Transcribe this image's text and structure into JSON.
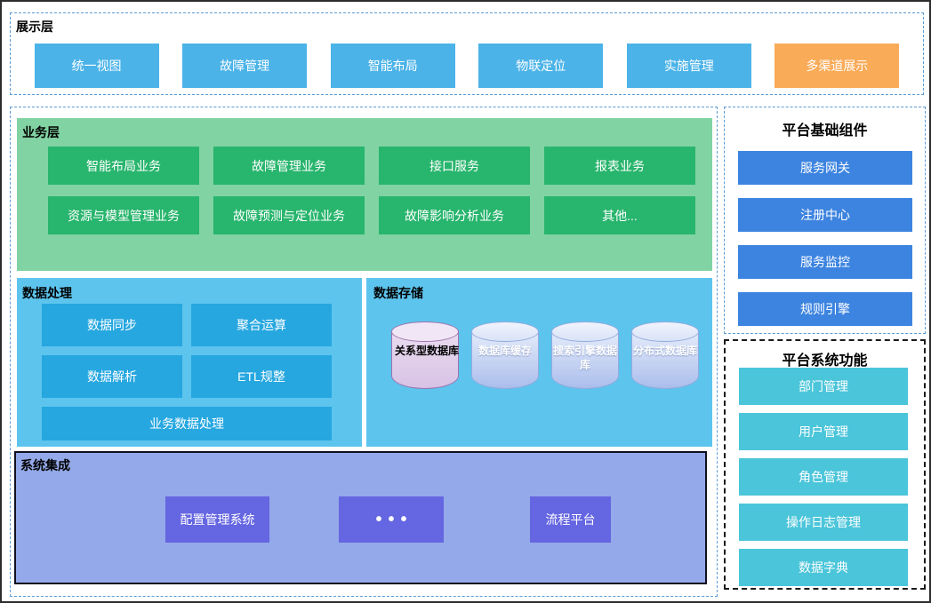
{
  "palette": {
    "dashed_border_blue": "#5b9bd5",
    "sky_button": "#4bb3e8",
    "orange_button": "#f9ab58",
    "business_bg": "#81d3a3",
    "business_button": "#28b56d",
    "data_bg": "#5dc4ee",
    "data_button": "#26a7e0",
    "integration_bg": "#94a9e9",
    "integration_button": "#6566e1",
    "component_button": "#3d84e0",
    "function_button": "#4bc5da"
  },
  "presentation": {
    "title": "展示层",
    "items": [
      {
        "label": "统一视图"
      },
      {
        "label": "故障管理"
      },
      {
        "label": "智能布局"
      },
      {
        "label": "物联定位"
      },
      {
        "label": "实施管理"
      },
      {
        "label": "多渠道展示"
      }
    ]
  },
  "business": {
    "title": "业务层",
    "items": [
      {
        "label": "智能布局业务"
      },
      {
        "label": "故障管理业务"
      },
      {
        "label": "接口服务"
      },
      {
        "label": "报表业务"
      },
      {
        "label": "资源与模型管理业务"
      },
      {
        "label": "故障预测与定位业务"
      },
      {
        "label": "故障影响分析业务"
      },
      {
        "label": "其他..."
      }
    ]
  },
  "data_processing": {
    "title": "数据处理",
    "items": [
      {
        "label": "数据同步"
      },
      {
        "label": "聚合运算"
      },
      {
        "label": "数据解析"
      },
      {
        "label": "ETL规整"
      }
    ],
    "full_item": "业务数据处理"
  },
  "data_storage": {
    "title": "数据存储",
    "databases": [
      {
        "label": "关系型数据库",
        "variant": "pink"
      },
      {
        "label": "数据库缓存",
        "variant": "blue"
      },
      {
        "label": "搜索引擎数据库",
        "variant": "blue"
      },
      {
        "label": "分布式数据库",
        "variant": "blue"
      }
    ]
  },
  "integration": {
    "title": "系统集成",
    "items": [
      {
        "label": "配置管理系统"
      },
      {
        "label": "•••"
      },
      {
        "label": "流程平台"
      }
    ]
  },
  "platform_components": {
    "title": "平台基础组件",
    "items": [
      {
        "label": "服务网关"
      },
      {
        "label": "注册中心"
      },
      {
        "label": "服务监控"
      },
      {
        "label": "规则引擎"
      }
    ]
  },
  "platform_functions": {
    "title": "平台系统功能",
    "items": [
      {
        "label": "部门管理"
      },
      {
        "label": "用户管理"
      },
      {
        "label": "角色管理"
      },
      {
        "label": "操作日志管理"
      },
      {
        "label": "数据字典"
      }
    ]
  }
}
